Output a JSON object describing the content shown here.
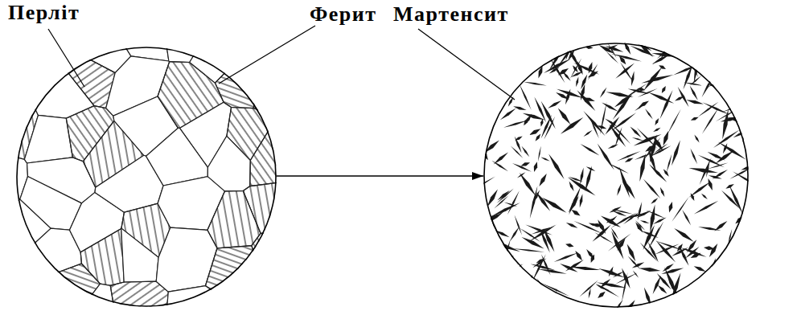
{
  "diagram": {
    "nodes": [
      {
        "text": [
          "Перліт",
          "Ферит"
        ]
      },
      {
        "text": [
          "Мартенсит"
        ]
      }
    ],
    "edges": [
      {
        "from": 0,
        "to": 1,
        "arrow": "to"
      }
    ]
  }
}
